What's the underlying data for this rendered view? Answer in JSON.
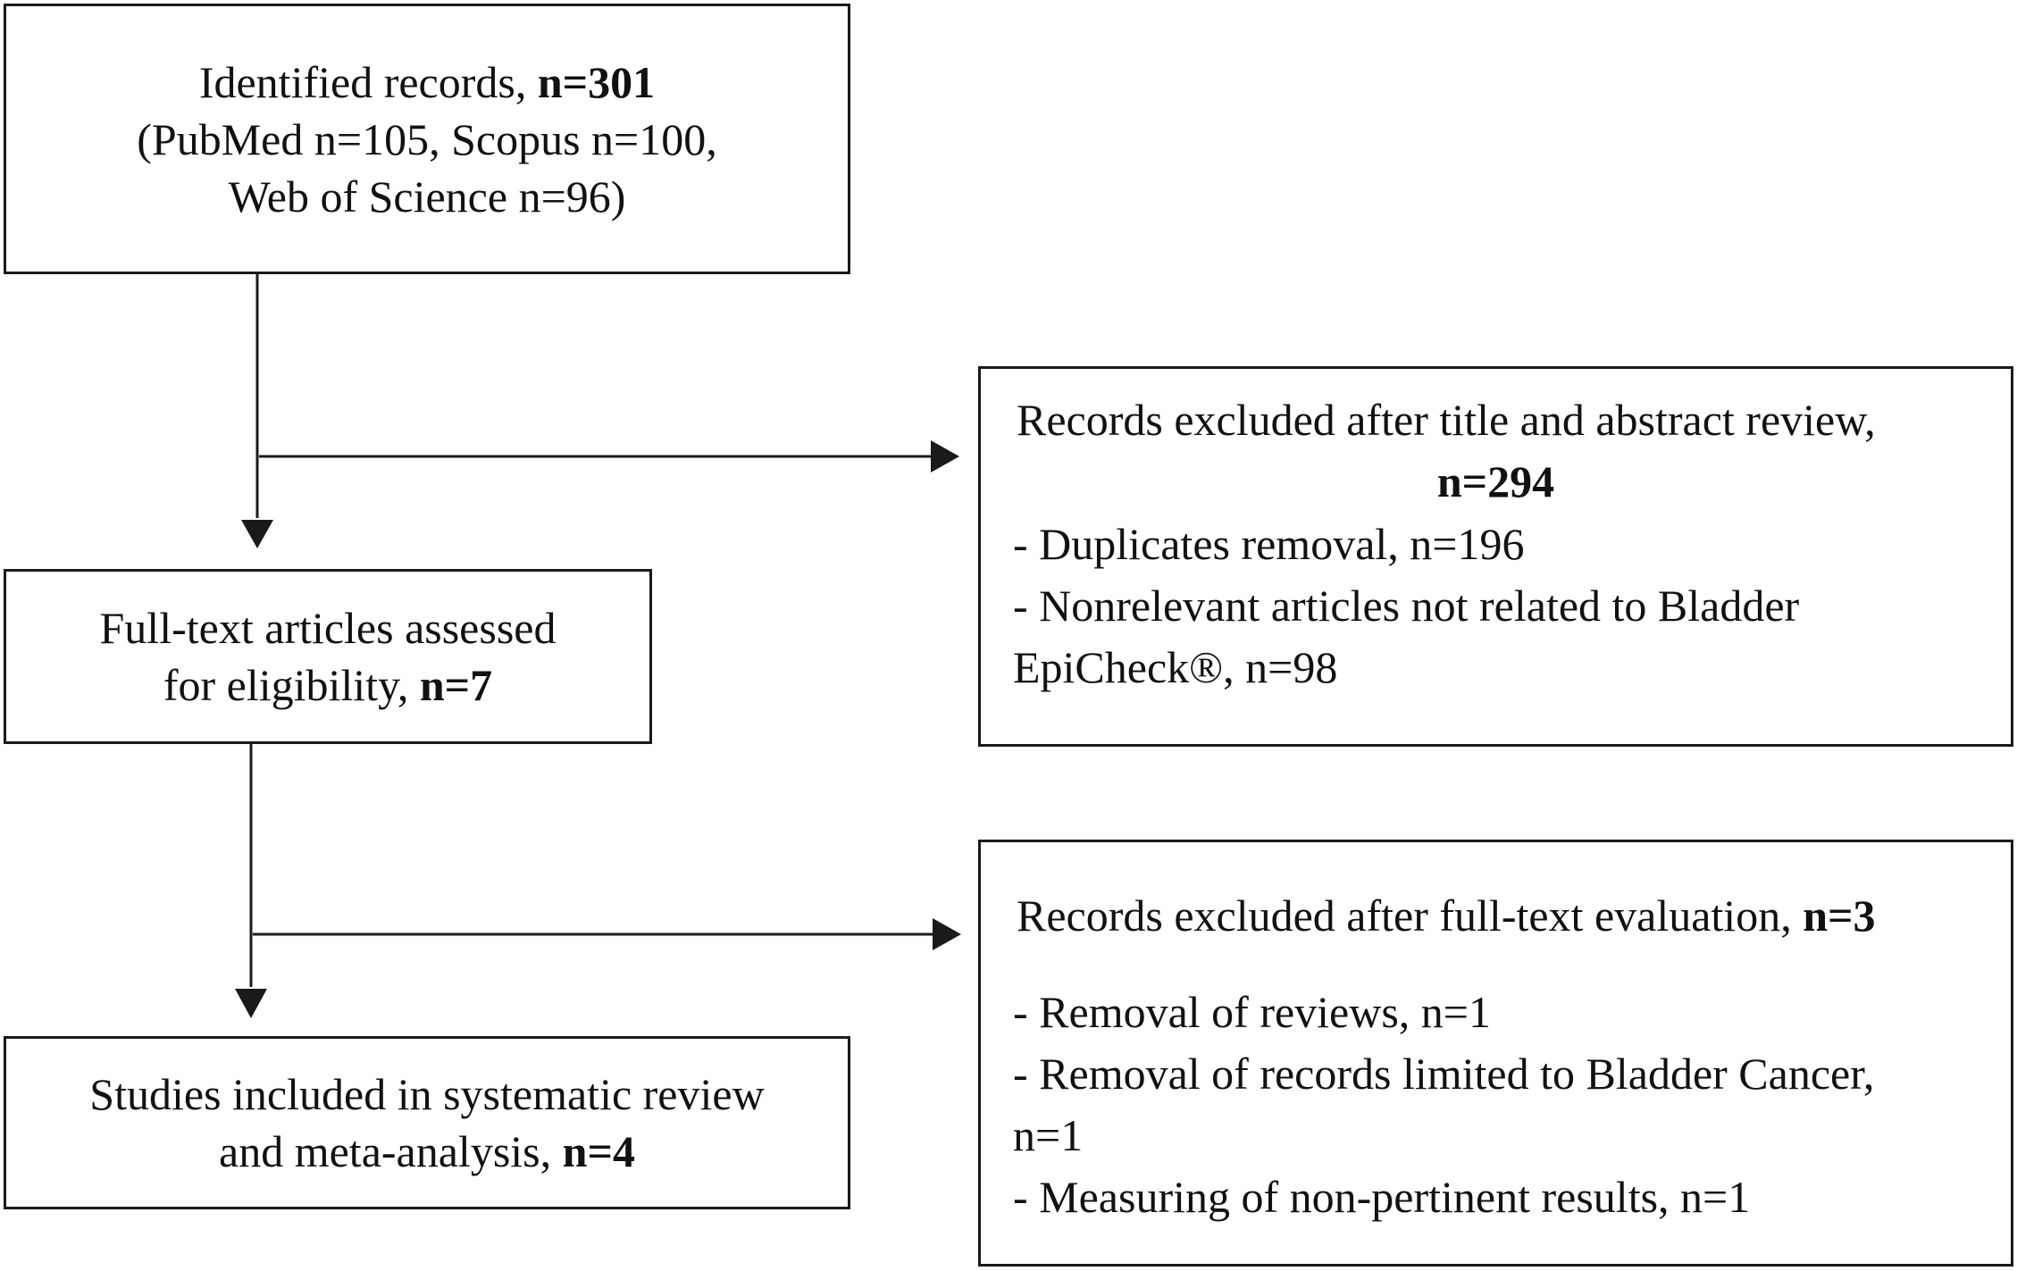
{
  "identified": {
    "line1_text": "Identified records, ",
    "line1_count": "n=301",
    "line2": "(PubMed n=105, Scopus n=100,",
    "line3": "Web of Science n=96)"
  },
  "excluded_screening": {
    "line1": "Records excluded after title and abstract review,",
    "count": "n=294",
    "item1": "- Duplicates removal, n=196",
    "item2a": "- Nonrelevant articles not related to Bladder",
    "item2b": "EpiCheck®, n=98"
  },
  "fulltext": {
    "line1": "Full-text articles assessed",
    "line2_text": "for eligibility, ",
    "line2_count": "n=7"
  },
  "excluded_fulltext": {
    "line1_text": "Records excluded after full-text evaluation, ",
    "line1_count": "n=3",
    "item1": "- Removal of reviews, n=1",
    "item2a": "- Removal of records limited to Bladder Cancer,",
    "item2b": "n=1",
    "item3": "- Measuring of non-pertinent results, n=1"
  },
  "included": {
    "line1": "Studies included in systematic review",
    "line2_text": "and meta-analysis, ",
    "line2_count": "n=4"
  }
}
